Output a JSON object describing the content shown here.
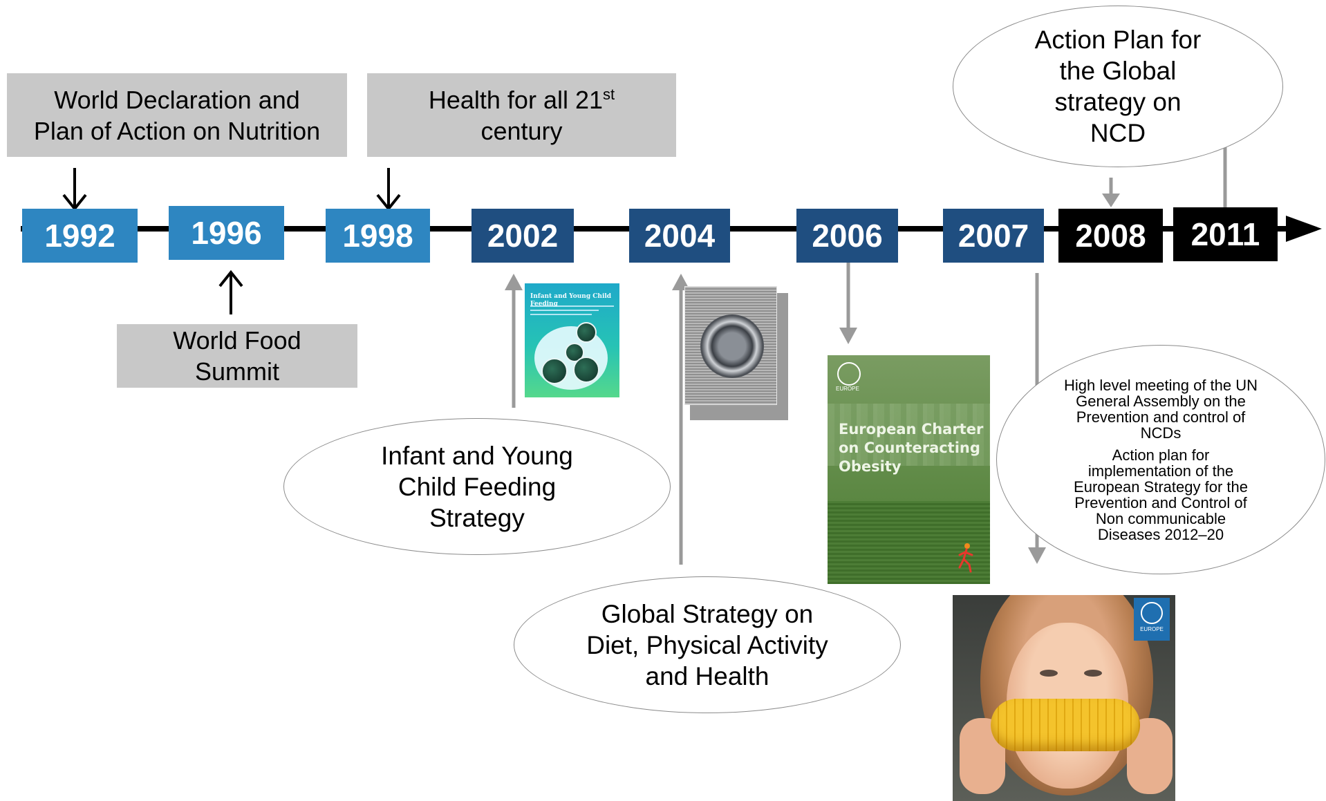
{
  "timeline": {
    "years": [
      {
        "label": "1992"
      },
      {
        "label": "1996"
      },
      {
        "label": "1998"
      },
      {
        "label": "2002"
      },
      {
        "label": "2004"
      },
      {
        "label": "2006"
      },
      {
        "label": "2007"
      },
      {
        "label": "2008"
      },
      {
        "label": "2011"
      }
    ]
  },
  "boxes": {
    "world_declaration": {
      "line1": "World Declaration and",
      "line2": "Plan of Action on Nutrition"
    },
    "health_for_all": {
      "line1_main": "Health for all 21",
      "line1_sup": "st",
      "line2": "century"
    },
    "world_food_summit": {
      "line1": "World Food",
      "line2": "Summit"
    }
  },
  "ovals": {
    "action_plan_global": [
      "Action Plan for",
      "the Global",
      "strategy on",
      "NCD"
    ],
    "infant_young_child": [
      "Infant and Young",
      "Child Feeding",
      "Strategy"
    ],
    "global_strategy_diet": [
      "Global Strategy on",
      "Diet, Physical Activity",
      "and Health"
    ],
    "un_meeting": {
      "block1": [
        "High level meeting of the UN",
        "General Assembly on the",
        "Prevention and control of",
        "NCDs"
      ],
      "block2": [
        "Action plan for",
        "implementation of the",
        "European Strategy for the",
        "Prevention and Control of",
        "Non communicable",
        "Diseases 2012–20"
      ]
    }
  },
  "documents": {
    "iycf_cover": {
      "title": "Infant and Young Child Feeding"
    },
    "european_charter": {
      "publisher": "EUROPE",
      "title_lines": [
        "European Charter",
        "on Counteracting",
        "Obesity"
      ]
    },
    "photo_cover": {
      "publisher": "EUROPE"
    }
  },
  "colors": {
    "year_light": "#2E86C1",
    "year_dark": "#1F4E80",
    "year_black": "#000000",
    "grey_box": "#C8C8C8",
    "grey_arrow": "#9A9A9A"
  }
}
